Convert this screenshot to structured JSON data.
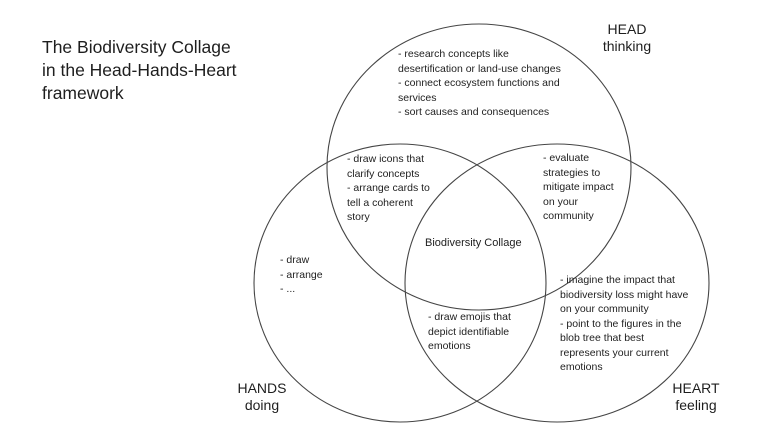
{
  "colors": {
    "ink": "#1e1e1e",
    "circle_stroke": "#454545",
    "background": "#ffffff"
  },
  "title": "The Biodiversity Collage\nin the Head-Hands-Heart\nframework",
  "venn": {
    "center_label": "Biodiversity Collage",
    "circles": {
      "head": {
        "label": "HEAD",
        "sublabel": "thinking",
        "text": "- research concepts like\ndesertification or land-use changes\n- connect ecosystem functions and\nservices\n- sort causes and consequences"
      },
      "hands": {
        "label": "HANDS",
        "sublabel": "doing",
        "text": "- draw\n- arrange\n- ..."
      },
      "heart": {
        "label": "HEART",
        "sublabel": "feeling",
        "text": "- imagine the impact that\nbiodiversity loss might have\non your community\n- point to the figures in the\nblob tree that best\nrepresents your current\nemotions"
      }
    },
    "intersections": {
      "head_hands": {
        "text": "- draw icons that\nclarify concepts\n- arrange cards to\ntell a coherent\nstory"
      },
      "head_heart": {
        "text": "- evaluate\nstrategies to\nmitigate impact\non your\ncommunity"
      },
      "hands_heart": {
        "text": "- draw emojis that\ndepict identifiable\nemotions"
      }
    }
  }
}
